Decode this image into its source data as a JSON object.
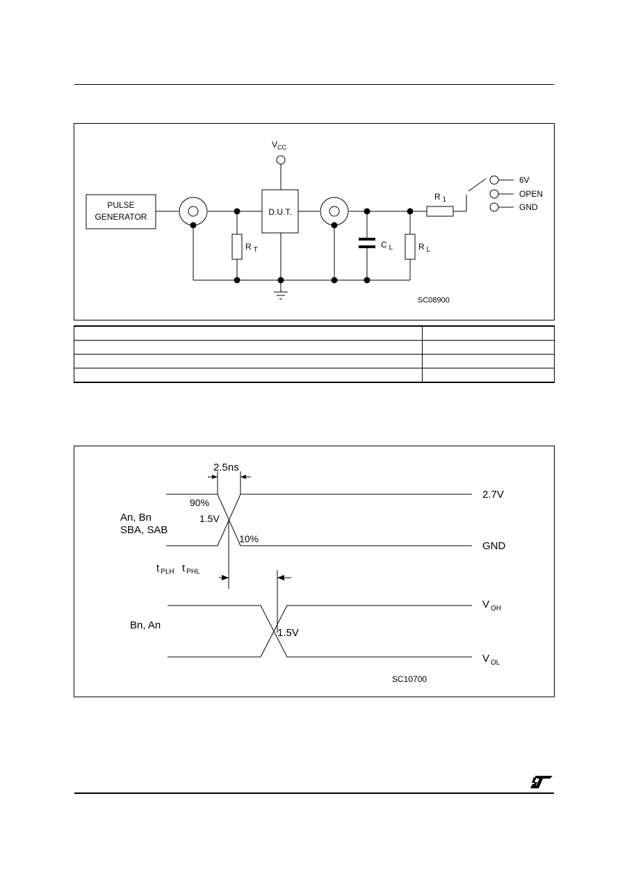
{
  "circuit": {
    "pulse_generator_line1": "PULSE",
    "pulse_generator_line2": "GENERATOR",
    "dut_label": "D.U.T.",
    "vcc_label_main": "V",
    "vcc_label_sub": "CC",
    "rt_main": "R",
    "rt_sub": "T",
    "cl_main": "C",
    "cl_sub": "L",
    "rl_main": "R",
    "rl_sub": "L",
    "r1_main": "R",
    "r1_sub": "1",
    "switch_6v": "6V",
    "switch_open": "OPEN",
    "switch_gnd": "GND",
    "figure_code": "SC08900"
  },
  "table": {
    "rows": [
      [
        "",
        ""
      ],
      [
        "",
        ""
      ],
      [
        "",
        ""
      ],
      [
        "",
        ""
      ]
    ]
  },
  "waveform": {
    "rise_time": "2.5ns",
    "pct_90": "90%",
    "pct_10": "10%",
    "mid_level_input": "1.5V",
    "input_label_line1": "An, Bn",
    "input_label_line2": "SBA, SAB",
    "level_high_input": "2.7V",
    "level_low_input": "GND",
    "tplh_main": "t",
    "tplh_sub": "PLH",
    "tphl_main": "t",
    "tphl_sub": "PHL",
    "output_label": "Bn, An",
    "mid_level_output": "1.5V",
    "voh_main": "V",
    "voh_sub": "OH",
    "vol_main": "V",
    "vol_sub": "OL",
    "figure_code": "SC10700"
  },
  "logo": {
    "name": "st-logo"
  }
}
